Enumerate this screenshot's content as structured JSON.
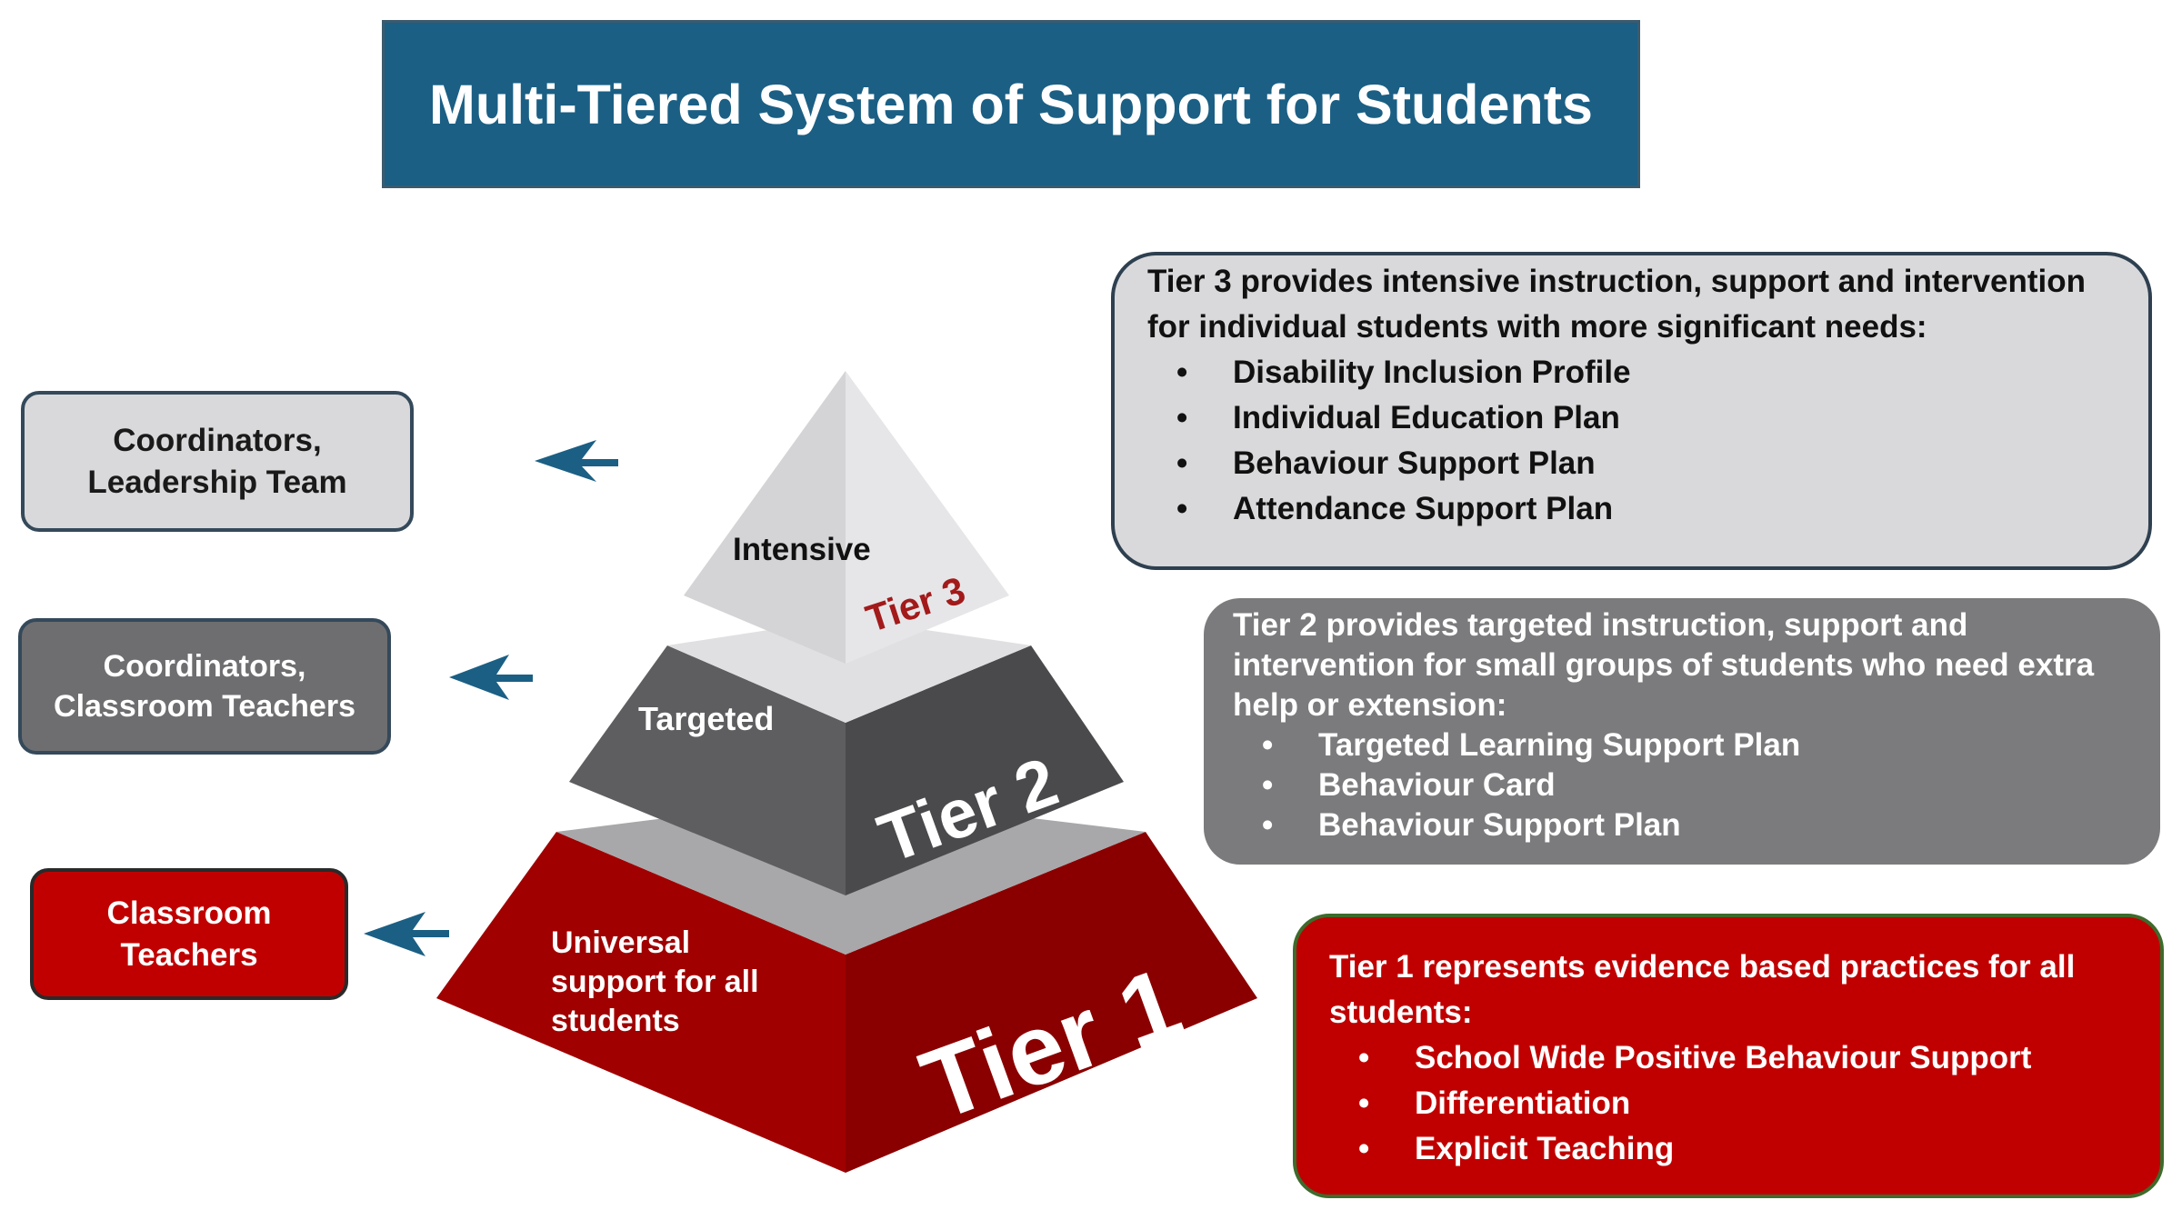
{
  "title": "Multi-Tiered System of Support for Students",
  "roles": {
    "tier3": [
      "Coordinators,",
      "Leadership Team"
    ],
    "tier2": [
      "Coordinators,",
      "Classroom Teachers"
    ],
    "tier1": [
      "Classroom",
      "Teachers"
    ]
  },
  "pyramid": {
    "tier3": {
      "name": "Intensive",
      "tier_label": "Tier 3"
    },
    "tier2": {
      "name": "Targeted",
      "tier_label": "Tier 2"
    },
    "tier1": {
      "name": [
        "Universal",
        "support for all",
        "students"
      ],
      "tier_label": "Tier 1"
    }
  },
  "descriptions": {
    "tier3": {
      "intro": "Tier 3 provides intensive instruction, support and intervention for individual students with more significant needs:",
      "items": [
        "Disability Inclusion Profile",
        "Individual Education Plan",
        "Behaviour Support Plan",
        "Attendance Support Plan"
      ]
    },
    "tier2": {
      "intro": "Tier 2 provides targeted instruction, support and intervention for small groups of students who need extra help or extension:",
      "items": [
        "Targeted Learning Support Plan",
        "Behaviour Card",
        "Behaviour Support Plan"
      ]
    },
    "tier1": {
      "intro": "Tier 1 represents evidence based practices for all students:",
      "items": [
        "School Wide Positive Behaviour Support",
        "Differentiation",
        "Explicit Teaching"
      ]
    }
  },
  "colors": {
    "title_bg": "#1b5f84",
    "arrow": "#1b5f84",
    "tier3_light": "#d4d4d6",
    "tier3_shade": "#e6e6e8",
    "tier2_light": "#5e5e60",
    "tier2_shade": "#4a4a4c",
    "tier1_light": "#a00000",
    "tier1_shade": "#8a0000",
    "tier1_box": "#c00000",
    "tier2_box": "#7b7b7d",
    "tier3_box": "#d9d9db",
    "tier1_label": "#a31a1a"
  }
}
